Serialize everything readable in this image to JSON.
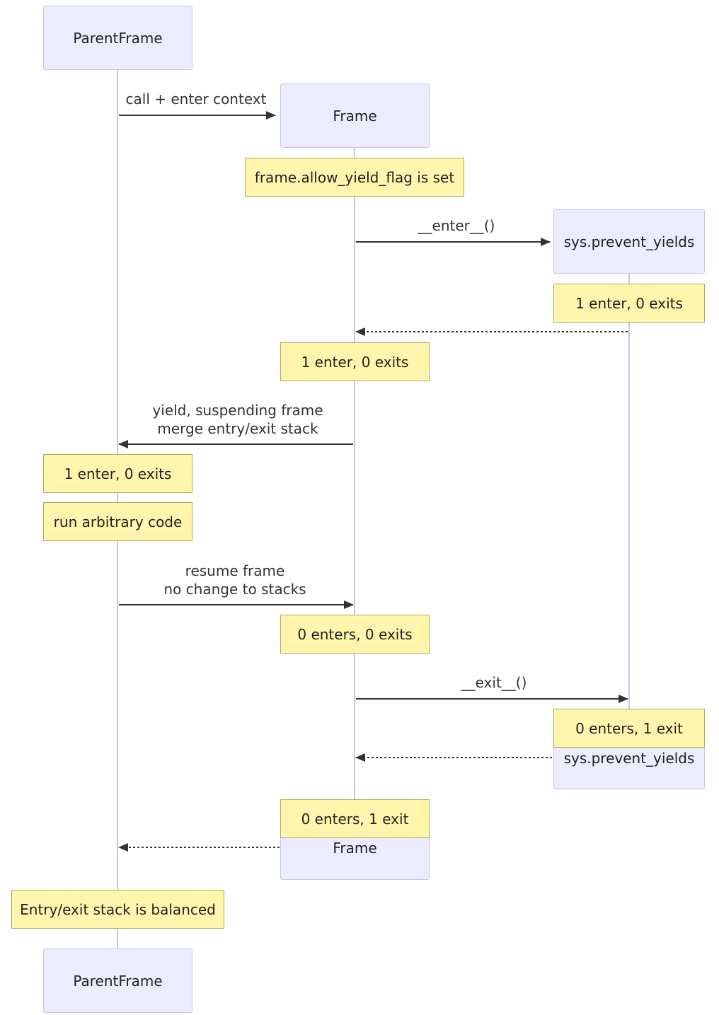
{
  "participants": {
    "parent": "ParentFrame",
    "frame": "Frame",
    "prevent": "sys.prevent_yields"
  },
  "messages": {
    "m1": "call + enter context",
    "m2": "__enter__()",
    "m3_line1": "yield, suspending frame",
    "m3_line2": "merge entry/exit stack",
    "m4_line1": "resume frame",
    "m4_line2": "no change to stacks",
    "m5": "__exit__()"
  },
  "notes": {
    "n1": "frame.allow_yield_flag is set",
    "n2": "1 enter, 0 exits",
    "n3": "1 enter, 0 exits",
    "n4": "1 enter, 0 exits",
    "n5": "run arbitrary code",
    "n6": "0 enters, 0 exits",
    "n7": "0 enters, 1 exit",
    "n8": "0 enters, 1 exit",
    "n9": "Entry/exit stack is balanced"
  },
  "colors": {
    "actor_fill": "#ececff",
    "actor_border": "#c9c4ec",
    "lifeline": "#c9c4ec",
    "note_fill": "#fff5ad",
    "note_border": "#b2a95a",
    "arrow": "#333333"
  }
}
